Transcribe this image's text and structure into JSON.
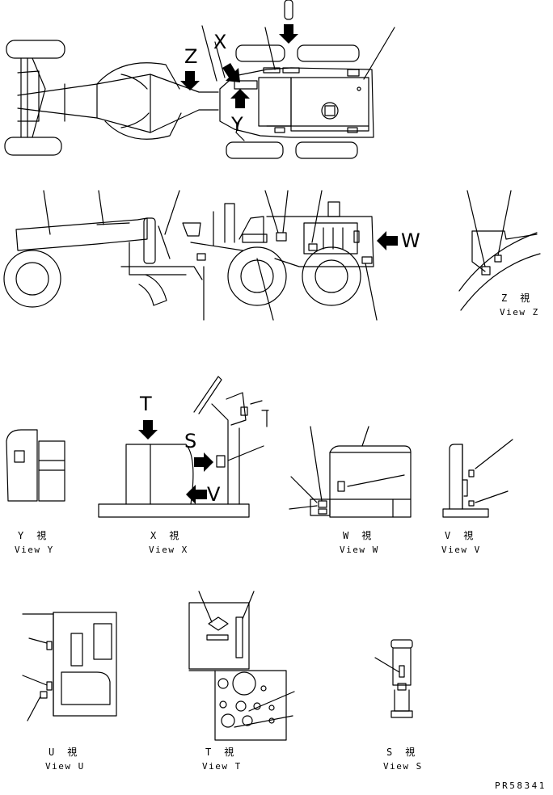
{
  "views": {
    "z": {
      "jp": "Z　視",
      "en": "View Z"
    },
    "y": {
      "jp": "Y　視",
      "en": "View Y"
    },
    "x": {
      "jp": "X　視",
      "en": "View X"
    },
    "w": {
      "jp": "W　視",
      "en": "View W"
    },
    "v": {
      "jp": "V　視",
      "en": "View V"
    },
    "u": {
      "jp": "U　視",
      "en": "View U"
    },
    "t": {
      "jp": "T　視",
      "en": "View T"
    },
    "s": {
      "jp": "S　視",
      "en": "View S"
    }
  },
  "arrow_letters": {
    "z": "Z",
    "x": "X",
    "y": "Y",
    "w": "W",
    "t": "T",
    "s": "S",
    "v": "V"
  },
  "drawing_code": "PR58341"
}
